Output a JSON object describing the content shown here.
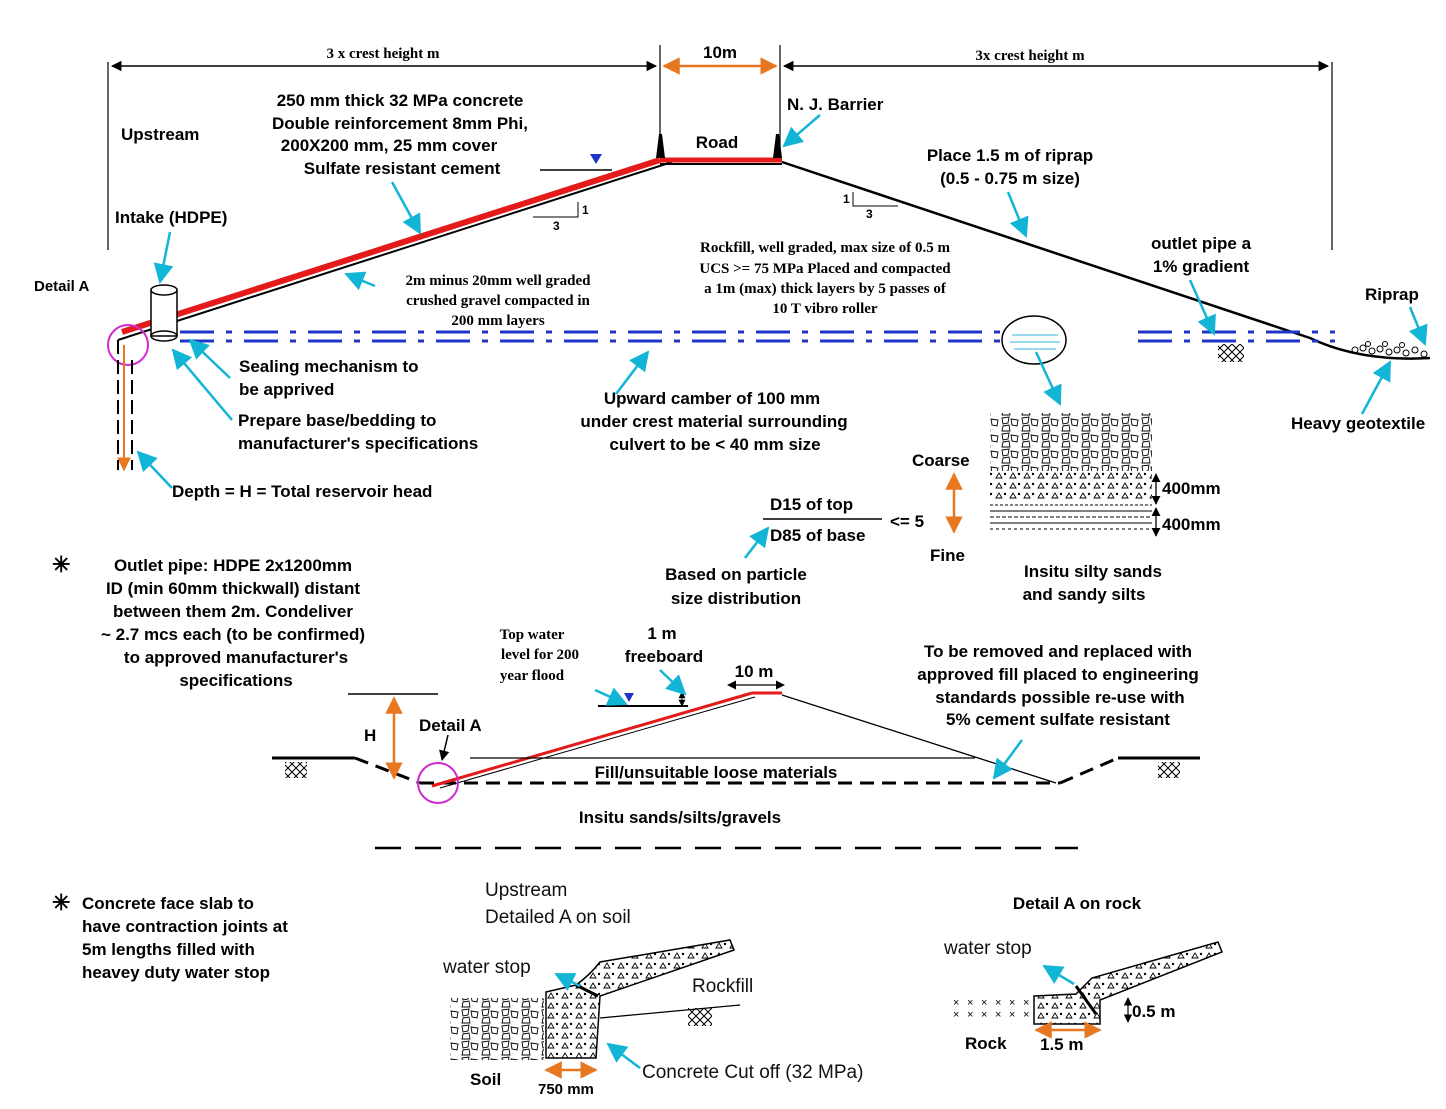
{
  "top": {
    "dim_left": "3 x crest height m",
    "dim_crest": "10m",
    "dim_right": "3x crest height m",
    "upstream": "Upstream",
    "slab_spec": [
      "250 mm thick 32 MPa concrete",
      "Double reinforcement 8mm Phi,",
      "200X200 mm, 25 mm cover",
      "Sulfate resistant cement"
    ],
    "nj_barrier": "N. J. Barrier",
    "road": "Road",
    "riprap_place": [
      "Place 1.5 m of riprap",
      "(0.5 - 0.75 m size)"
    ],
    "intake": "Intake (HDPE)",
    "slope_ratio_h": "3",
    "slope_ratio_v": "1",
    "detail_a": "Detail A",
    "gravel": [
      "2m minus 20mm well graded",
      "crushed gravel compacted in",
      "200 mm layers"
    ],
    "rockfill": [
      "Rockfill, well graded, max size of 0.5 m",
      "UCS >= 75 MPa Placed and compacted",
      "a 1m (max) thick layers by 5 passes of",
      "10 T vibro roller"
    ],
    "outlet_pipe": [
      "outlet pipe a",
      "1% gradient"
    ],
    "riprap": "Riprap",
    "sealing": [
      "Sealing mechanism to",
      "be apprived"
    ],
    "prepare": [
      "Prepare base/bedding to",
      "manufacturer's specifications"
    ],
    "camber": [
      "Upward camber of 100 mm",
      "under crest material surrounding",
      "culvert to be < 40 mm size"
    ],
    "geotextile": "Heavy geotextile",
    "depth": "Depth = H = Total reservoir head"
  },
  "filter": {
    "coarse": "Coarse",
    "fine": "Fine",
    "layer1": "400mm",
    "layer2": "400mm",
    "d15": "D15 of top",
    "d85": "D85 of base",
    "ratio": "<= 5",
    "based": [
      "Based on particle",
      "size distribution"
    ],
    "insitu": [
      "Insitu silty sands",
      "and sandy silts"
    ]
  },
  "notes": {
    "outlet": [
      "Outlet pipe: HDPE 2x1200mm",
      "ID (min 60mm thickwall) distant",
      "between them 2m. Condeliver",
      "~ 2.7 mcs each (to be confirmed)",
      "to approved manufacturer's",
      "specifications"
    ],
    "slab": [
      "Concrete face slab to",
      "have contraction joints at",
      "5m lengths filled with",
      "heavey duty water stop"
    ]
  },
  "middle": {
    "top_water": [
      "Top water",
      "level for 200",
      "year flood"
    ],
    "freeboard": [
      "1 m",
      "freeboard"
    ],
    "crest": "10 m",
    "removed": [
      "To be removed and replaced with",
      "approved fill placed to engineering",
      "standards possible re-use with",
      "5%  cement sulfate resistant"
    ],
    "h": "H",
    "detail_a": "Detail A",
    "fill": "Fill/unsuitable loose materials",
    "insitu": "Insitu sands/silts/gravels"
  },
  "detail_soil": {
    "title": [
      "Upstream",
      "Detailed A on soil"
    ],
    "water_stop": "water stop",
    "rockfill": "Rockfill",
    "cutoff": "Concrete Cut off (32 MPa)",
    "soil": "Soil",
    "width": "750 mm"
  },
  "detail_rock": {
    "title": "Detail A on rock",
    "water_stop": "water stop",
    "height": "0.5 m",
    "rock": "Rock",
    "width": "1.5 m"
  },
  "colors": {
    "slab": "#e31b1b",
    "dim_orange": "#e87722",
    "leader_cyan": "#12b5d6",
    "water_blue": "#1f35c9",
    "circle_magenta": "#d02ad0"
  }
}
